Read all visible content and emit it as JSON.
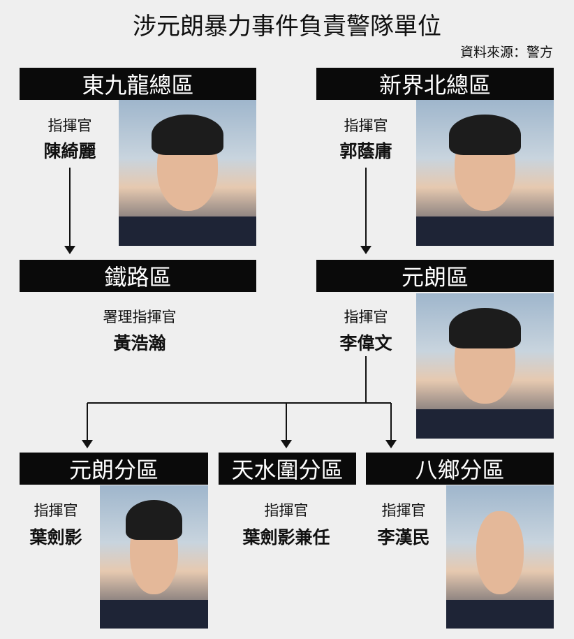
{
  "title": "涉元朗暴力事件負責警隊單位",
  "source": "資料來源：警方",
  "regions": {
    "east_kowloon": {
      "label": "東九龍總區",
      "role": "指揮官",
      "name": "陳綺麗"
    },
    "new_territories_north": {
      "label": "新界北總區",
      "role": "指揮官",
      "name": "郭蔭庸"
    },
    "railway": {
      "label": "鐵路區",
      "role": "署理指揮官",
      "name": "黃浩瀚"
    },
    "yuen_long": {
      "label": "元朗區",
      "role": "指揮官",
      "name": "李偉文"
    }
  },
  "divisions": [
    {
      "label": "元朗分區",
      "role": "指揮官",
      "name": "葉劍影"
    },
    {
      "label": "天水圍分區",
      "role": "指揮官",
      "name": "葉劍影兼任"
    },
    {
      "label": "八鄉分區",
      "role": "指揮官",
      "name": "李漢民"
    }
  ]
}
